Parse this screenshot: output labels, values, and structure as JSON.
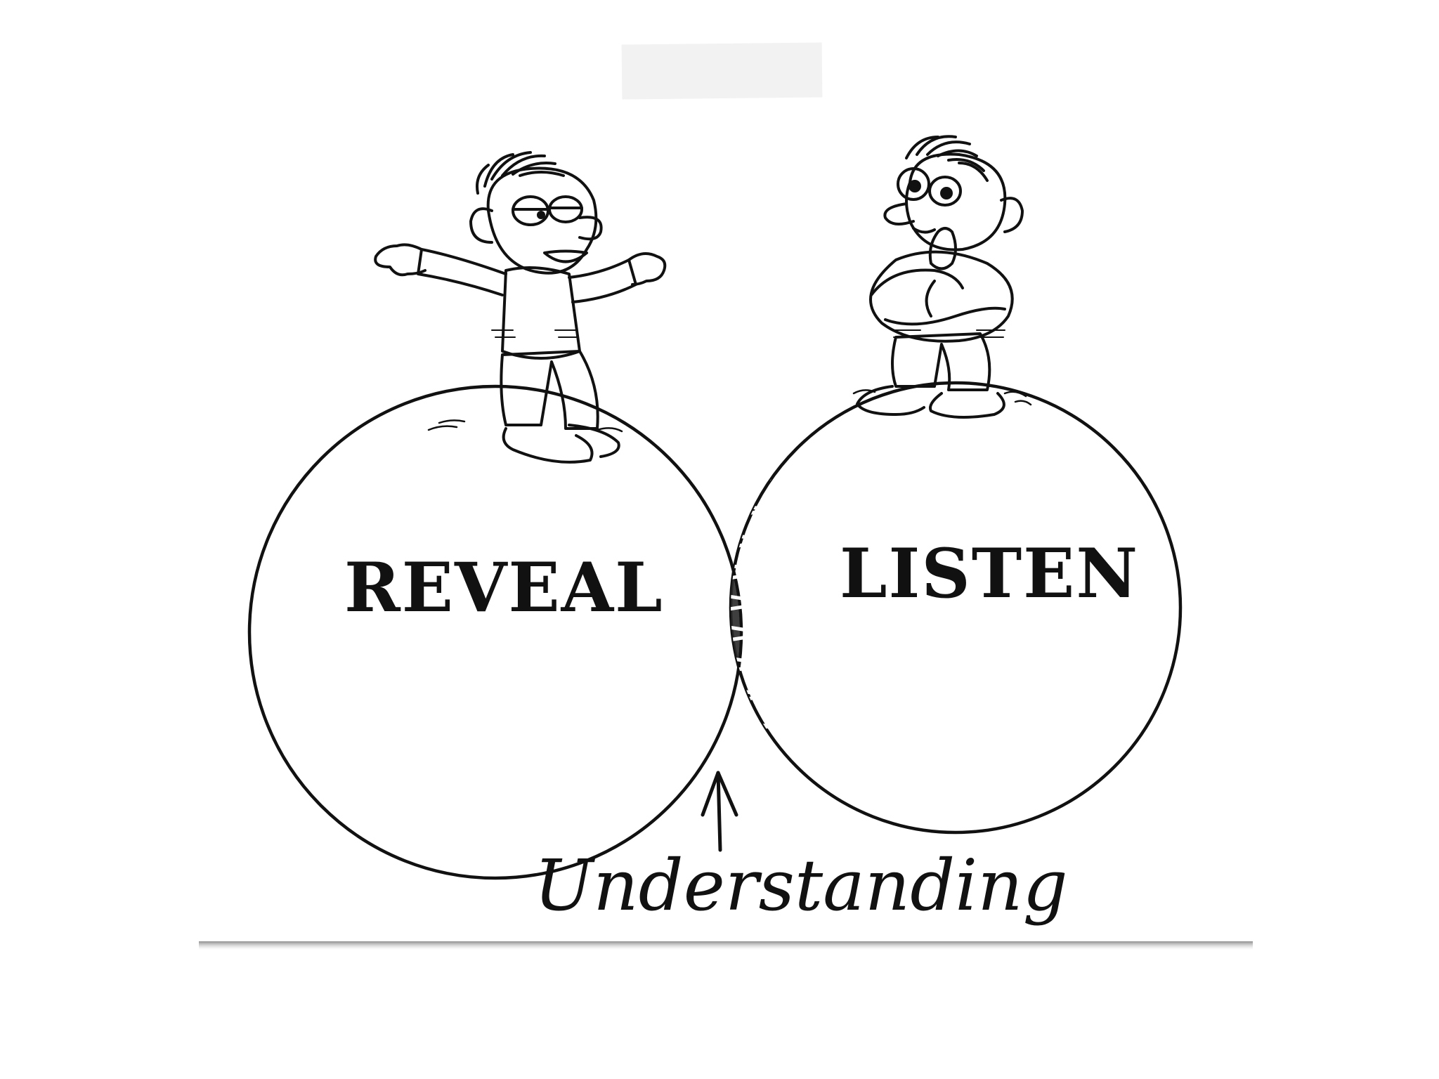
{
  "diagram": {
    "left_circle_label": "REVEAL",
    "right_circle_label": "LISTEN",
    "intersection_label": "Understanding"
  },
  "colors": {
    "ink": "#111111",
    "paper": "#ffffff",
    "tape": "#f2f2f2",
    "shadow": "#9a9a9a"
  }
}
